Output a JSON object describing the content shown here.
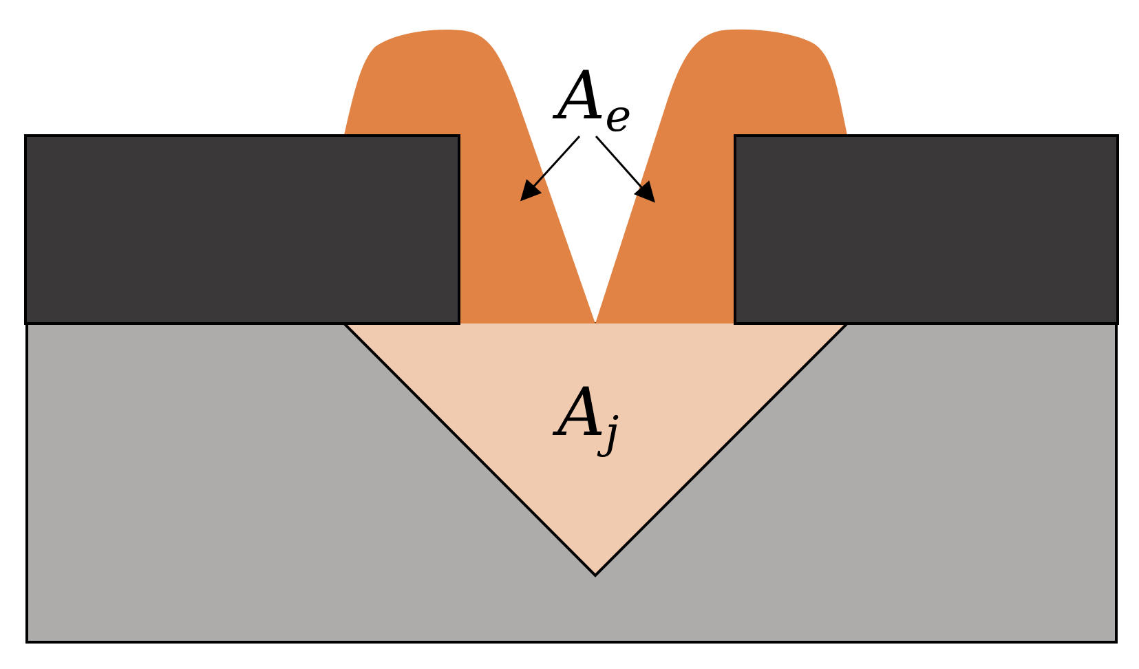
{
  "labels": {
    "electrode_area": {
      "main": "A",
      "sub": "e"
    },
    "joint_area": {
      "main": "A",
      "sub": "j"
    }
  },
  "colors": {
    "background": "#ffffff",
    "base_plate": "#adacab",
    "joint_region": "#f1cbaf",
    "electrode_deposit": "#e08345",
    "clamp_blocks": "#3a3839",
    "outline": "#000000"
  }
}
